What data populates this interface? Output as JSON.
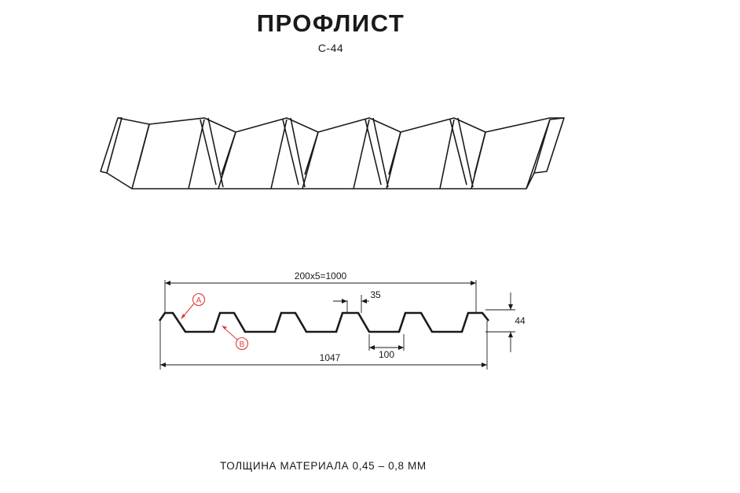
{
  "title": "ПРОФЛИСТ",
  "model": "С-44",
  "dimensions": {
    "pitch_total": "200x5=1000",
    "top_width": "35",
    "height": "44",
    "bottom_width": "100",
    "total_width": "1047"
  },
  "markers": {
    "a": "A",
    "b": "B"
  },
  "colors": {
    "line": "#1a1a1a",
    "marker": "#e03a3a"
  },
  "footer": "ТОЛЩИНА МАТЕРИАЛА 0,45 – 0,8 ММ"
}
